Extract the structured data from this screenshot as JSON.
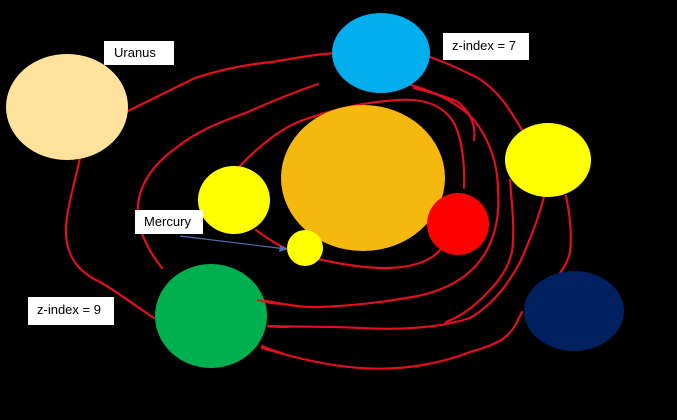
{
  "labels": {
    "uranus": "Uranus",
    "z_index_top": "z-index = 7",
    "mercury": "Mercury",
    "z_index_bottom": "z-index = 9"
  },
  "colors": {
    "background": "#000000",
    "orbit": "#e0101e",
    "sun": "#f5b80f",
    "uranus_planet": "#ffe39c",
    "top_blue_planet": "#03aeef",
    "yellow_planet": "#ffff00",
    "red_planet": "#ff0000",
    "green_planet": "#00b04f",
    "navy_planet": "#002060",
    "pointer": "#4f70b0"
  }
}
